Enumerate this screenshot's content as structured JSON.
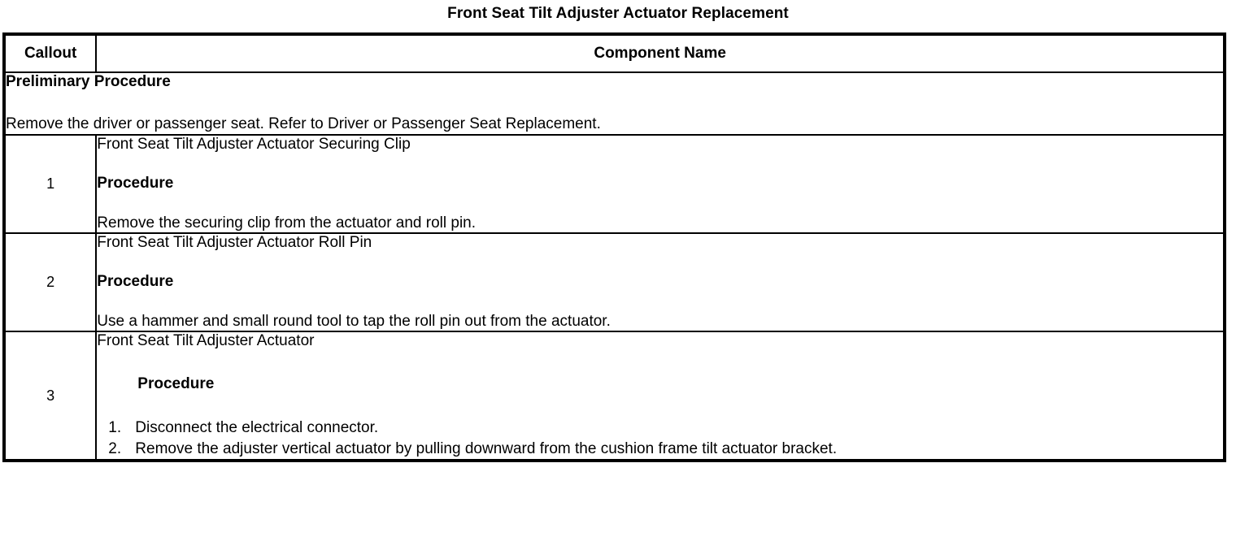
{
  "document": {
    "title": "Front Seat Tilt Adjuster Actuator Replacement"
  },
  "table": {
    "headers": {
      "callout": "Callout",
      "component_name": "Component Name"
    },
    "preliminary": {
      "heading": "Preliminary Procedure",
      "text": "Remove the driver or passenger seat. Refer to Driver or Passenger Seat Replacement."
    },
    "rows": [
      {
        "callout": "1",
        "component": "Front Seat Tilt Adjuster Actuator Securing Clip",
        "procedure_heading": "Procedure",
        "procedure_text": "Remove the securing clip from the actuator and roll pin."
      },
      {
        "callout": "2",
        "component": "Front Seat Tilt Adjuster Actuator Roll Pin",
        "procedure_heading": "Procedure",
        "procedure_text": "Use a hammer and small round tool to tap the roll pin out from the actuator."
      },
      {
        "callout": "3",
        "component": "Front Seat Tilt Adjuster Actuator",
        "procedure_heading": "Procedure",
        "steps": [
          {
            "num": "1.",
            "text": "Disconnect the electrical connector."
          },
          {
            "num": "2.",
            "text": "Remove the adjuster vertical actuator by pulling downward from the cushion frame tilt actuator bracket."
          }
        ]
      }
    ]
  }
}
